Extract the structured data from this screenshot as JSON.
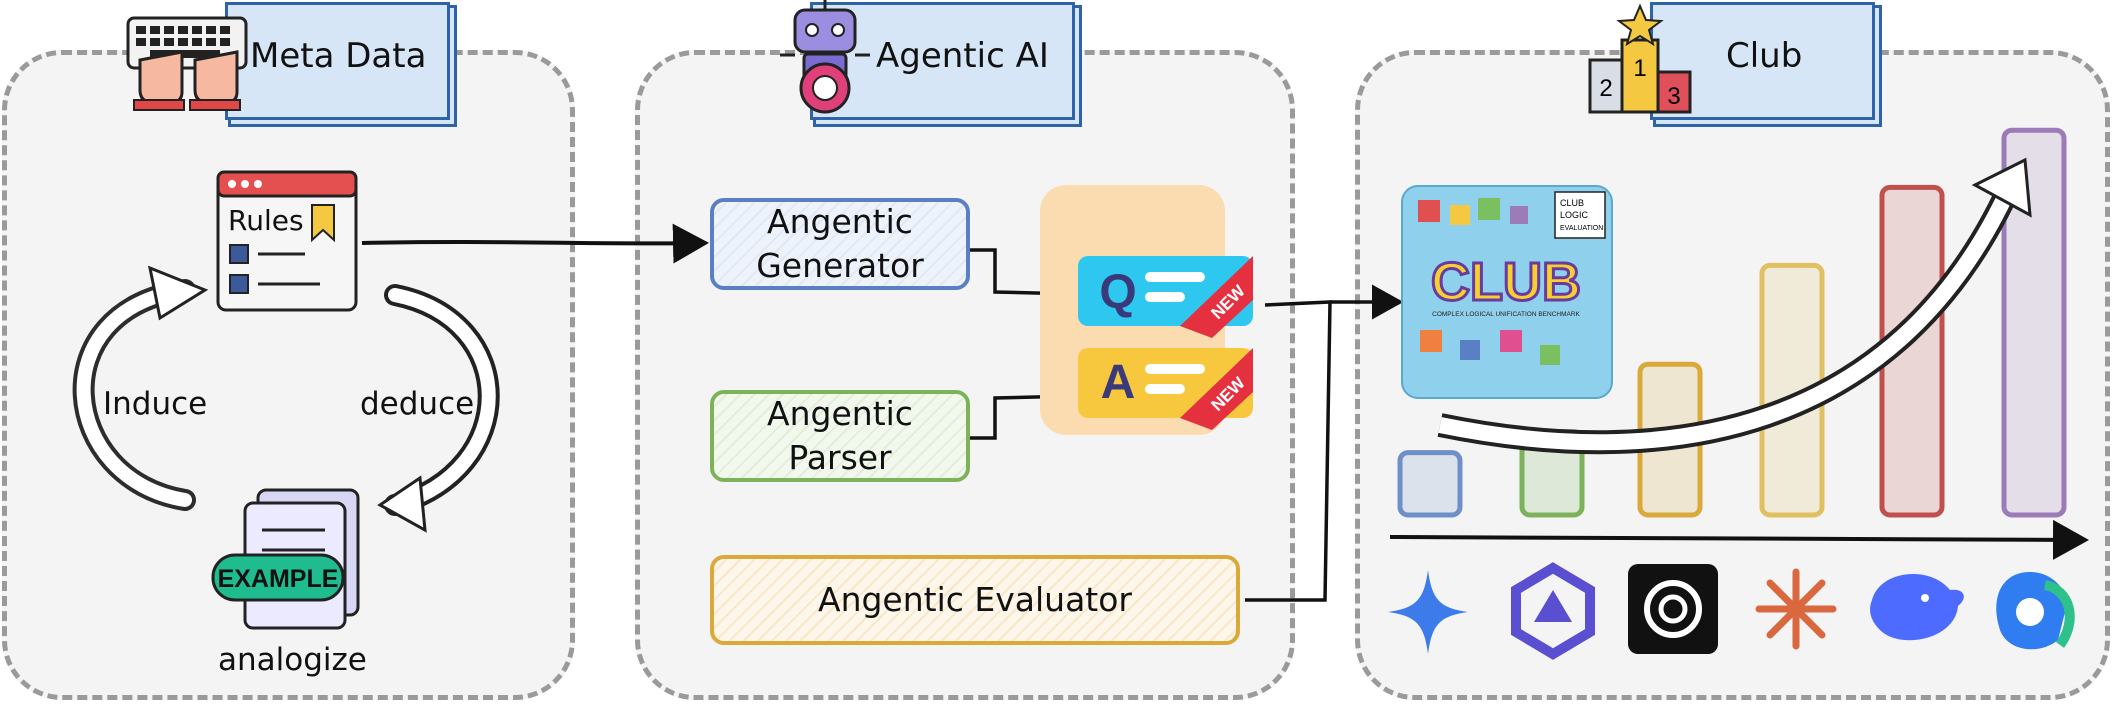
{
  "sections": {
    "meta": {
      "title": "Meta Data"
    },
    "agentic": {
      "title": "Agentic AI"
    },
    "club": {
      "title": "Club"
    }
  },
  "meta": {
    "rules_label": "Rules",
    "example_label": "EXAMPLE",
    "induce_label": "Induce",
    "deduce_label": "deduce",
    "analogize_label": "analogize"
  },
  "agentic": {
    "generator_line1": "Angentic",
    "generator_line2": "Generator",
    "parser_line1": "Angentic",
    "parser_line2": "Parser",
    "evaluator": "Angentic Evaluator",
    "q_letter": "Q",
    "a_letter": "A",
    "new_badge": "NEW"
  },
  "club": {
    "cover_title": "CLUB",
    "cover_subtitle": "COMPLEX LOGICAL UNIFICATION BENCHMARK",
    "cover_tag1": "CLUB",
    "cover_tag2": "LOGIC",
    "cover_tag3": "EVALUATION",
    "podium_1": "1",
    "podium_2": "2",
    "podium_3": "3",
    "bar_levels": [
      0.12,
      0.16,
      0.29,
      0.48,
      0.63,
      0.74
    ],
    "bar_colors": [
      "#6f8fc9",
      "#7cb35a",
      "#d9a93a",
      "#e0c060",
      "#c0504d",
      "#9b7bb8"
    ],
    "model_icons": [
      "gemini-icon",
      "qwen-icon",
      "openai-icon",
      "claude-icon",
      "deepseek-icon",
      "copilot-icon"
    ]
  }
}
